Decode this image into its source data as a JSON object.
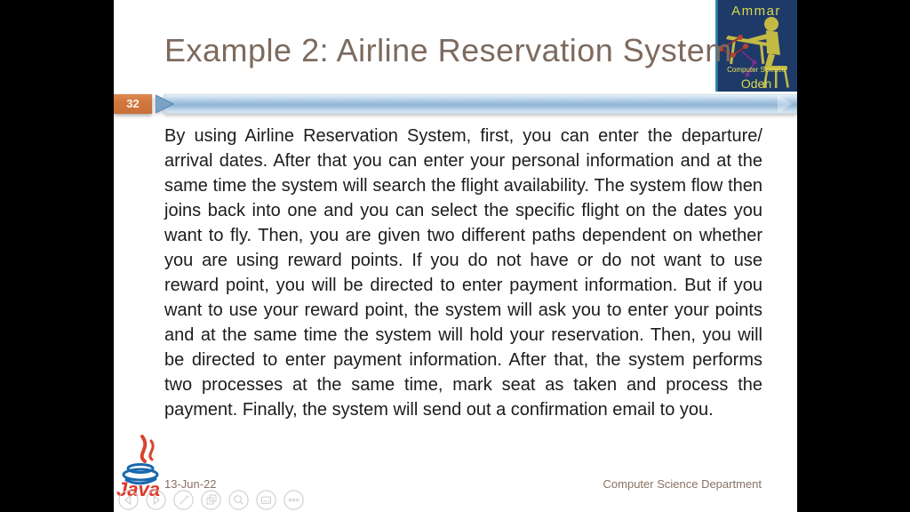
{
  "slide": {
    "number": "32",
    "title": "Example 2: Airline Reservation System",
    "body": "By using Airline Reservation System, first, you can enter the departure/ arrival dates. After that you can enter your personal information and at the same time the system will search the flight availability. The system flow then joins back into one and you can select the specific flight on the dates you want to fly. Then, you are given two different paths dependent on whether you are using reward points. If you do not have or do not want to use reward point, you will be directed to enter payment information. But if you want to use your reward point, the system will ask you to enter your points and at the same time the system will hold your reservation. Then, you will be directed to enter payment information. After that, the system performs two processes at the same time, mark seat as taken and process the payment. Finally, the system will send out a confirmation email to you.",
    "date": "13-Jun-22",
    "department": "Computer Science Department"
  },
  "author_logo": {
    "first_name": "Ammar",
    "caption": "Computer Science",
    "last_name": "Odeh"
  },
  "java_logo": {
    "label": "Java"
  },
  "nav_toolbar": {
    "items": [
      {
        "icon": "previous-slide-icon"
      },
      {
        "icon": "next-slide-icon"
      },
      {
        "icon": "pen-icon"
      },
      {
        "icon": "see-all-slides-icon"
      },
      {
        "icon": "zoom-icon"
      },
      {
        "icon": "captions-icon"
      },
      {
        "icon": "more-options-icon"
      }
    ]
  },
  "colors": {
    "letterbox": "#000000",
    "slide_background": "#ffffff",
    "title_text": "#7d6a5e",
    "body_text": "#1c1c1c",
    "accent_orange": "#d2773e",
    "bar_blue_mid": "#8fb3d3",
    "logo_navy": "#1d3a68",
    "logo_yellow": "#d9d94f",
    "java_red": "#e2382a",
    "java_blue": "#1968ae",
    "footer_text": "#8a7164"
  }
}
